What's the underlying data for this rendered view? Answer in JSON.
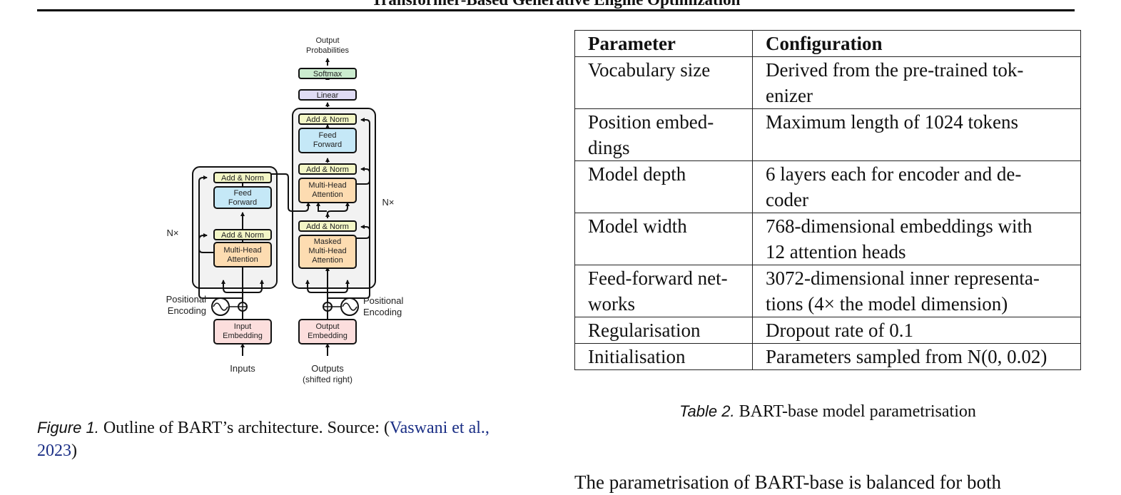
{
  "header": {
    "running_title": "Transformer-Based Generative Engine Optimization"
  },
  "figure": {
    "caption_label": "Figure 1.",
    "caption_text": " Outline of BART’s architecture. Source: ",
    "citation_author": "Vaswani et al.,",
    "citation_year": "2023",
    "caption_close": ")",
    "diagram": {
      "output_probabilities": [
        "Output",
        "Probabilities"
      ],
      "softmax": "Softmax",
      "linear": "Linear",
      "add_norm": "Add & Norm",
      "feed_forward": [
        "Feed",
        "Forward"
      ],
      "multi_head_attention": [
        "Multi-Head",
        "Attention"
      ],
      "masked_multi_head_attention": [
        "Masked",
        "Multi-Head",
        "Attention"
      ],
      "nx": "N×",
      "positional_encoding": [
        "Positional",
        "Encoding"
      ],
      "input_embedding": [
        "Input",
        "Embedding"
      ],
      "output_embedding": [
        "Output",
        "Embedding"
      ],
      "inputs": "Inputs",
      "outputs": [
        "Outputs",
        "(shifted right)"
      ]
    }
  },
  "table": {
    "headers": [
      "Parameter",
      "Configuration"
    ],
    "rows": [
      {
        "param": [
          "Vocabulary size"
        ],
        "config": [
          "Derived from the pre-trained tok-",
          "enizer"
        ]
      },
      {
        "param": [
          "Position embed-",
          "dings"
        ],
        "config": [
          "Maximum length of 1024 tokens"
        ]
      },
      {
        "param": [
          "Model depth"
        ],
        "config": [
          "6 layers each for encoder and de-",
          "coder"
        ]
      },
      {
        "param": [
          "Model width"
        ],
        "config": [
          "768-dimensional embeddings with",
          "12 attention heads"
        ]
      },
      {
        "param": [
          "Feed-forward net-",
          "works"
        ],
        "config": [
          "3072-dimensional inner representa-",
          "tions (4× the model dimension)"
        ]
      },
      {
        "param": [
          "Regularisation"
        ],
        "config": [
          "Dropout rate of 0.1"
        ]
      },
      {
        "param": [
          "Initialisation"
        ],
        "config": [
          "Parameters sampled from N(0, 0.02)"
        ]
      }
    ],
    "caption_label": "Table 2.",
    "caption_text": " BART-base model parametrisation"
  },
  "body_text": "The parametrisation of BART-base is balanced for both"
}
